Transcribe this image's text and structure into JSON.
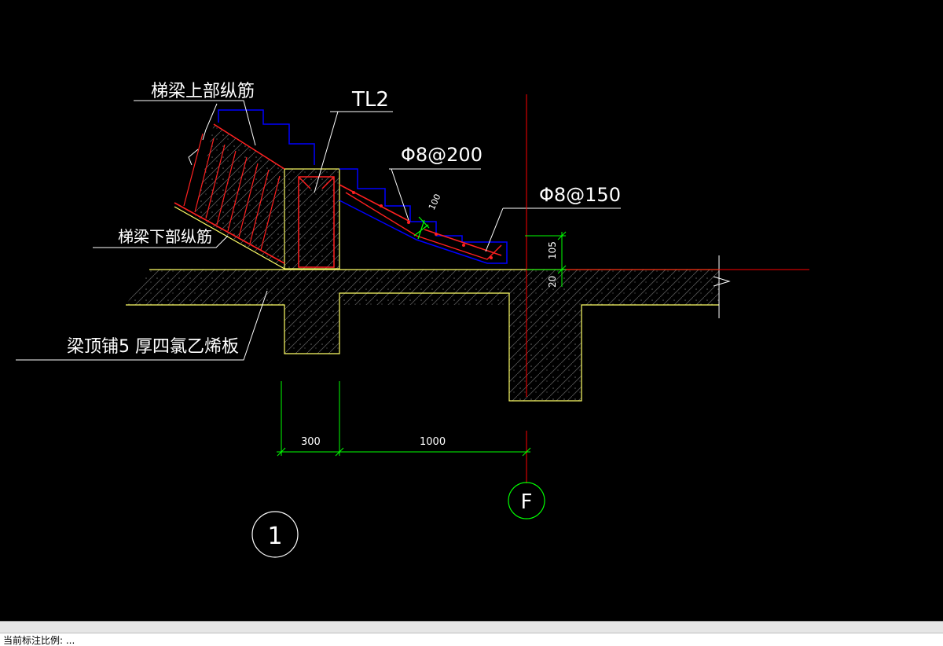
{
  "drawing": {
    "labels": {
      "upper_bar": "梯梁上部纵筋",
      "lower_bar": "梯梁下部纵筋",
      "tl2": "TL2",
      "phi200": "Φ8@200",
      "phi150": "Φ8@150",
      "foam_board": "梁顶铺5 厚四氯乙烯板"
    },
    "dimensions": {
      "d300": "300",
      "d1000": "1000",
      "d100": "100",
      "d105": "105",
      "d20": "20"
    },
    "markers": {
      "detail_number": "1",
      "grid_axis": "F"
    }
  },
  "command_line": {
    "prompt": "当前标注比例: ..."
  },
  "colors": {
    "background": "#000000",
    "concrete_outline": "#ffff66",
    "stair_outline": "#0000ff",
    "rebar": "#ff2020",
    "dimension": "#00ff00",
    "text": "#ffffff",
    "axis": "#ff0000"
  }
}
